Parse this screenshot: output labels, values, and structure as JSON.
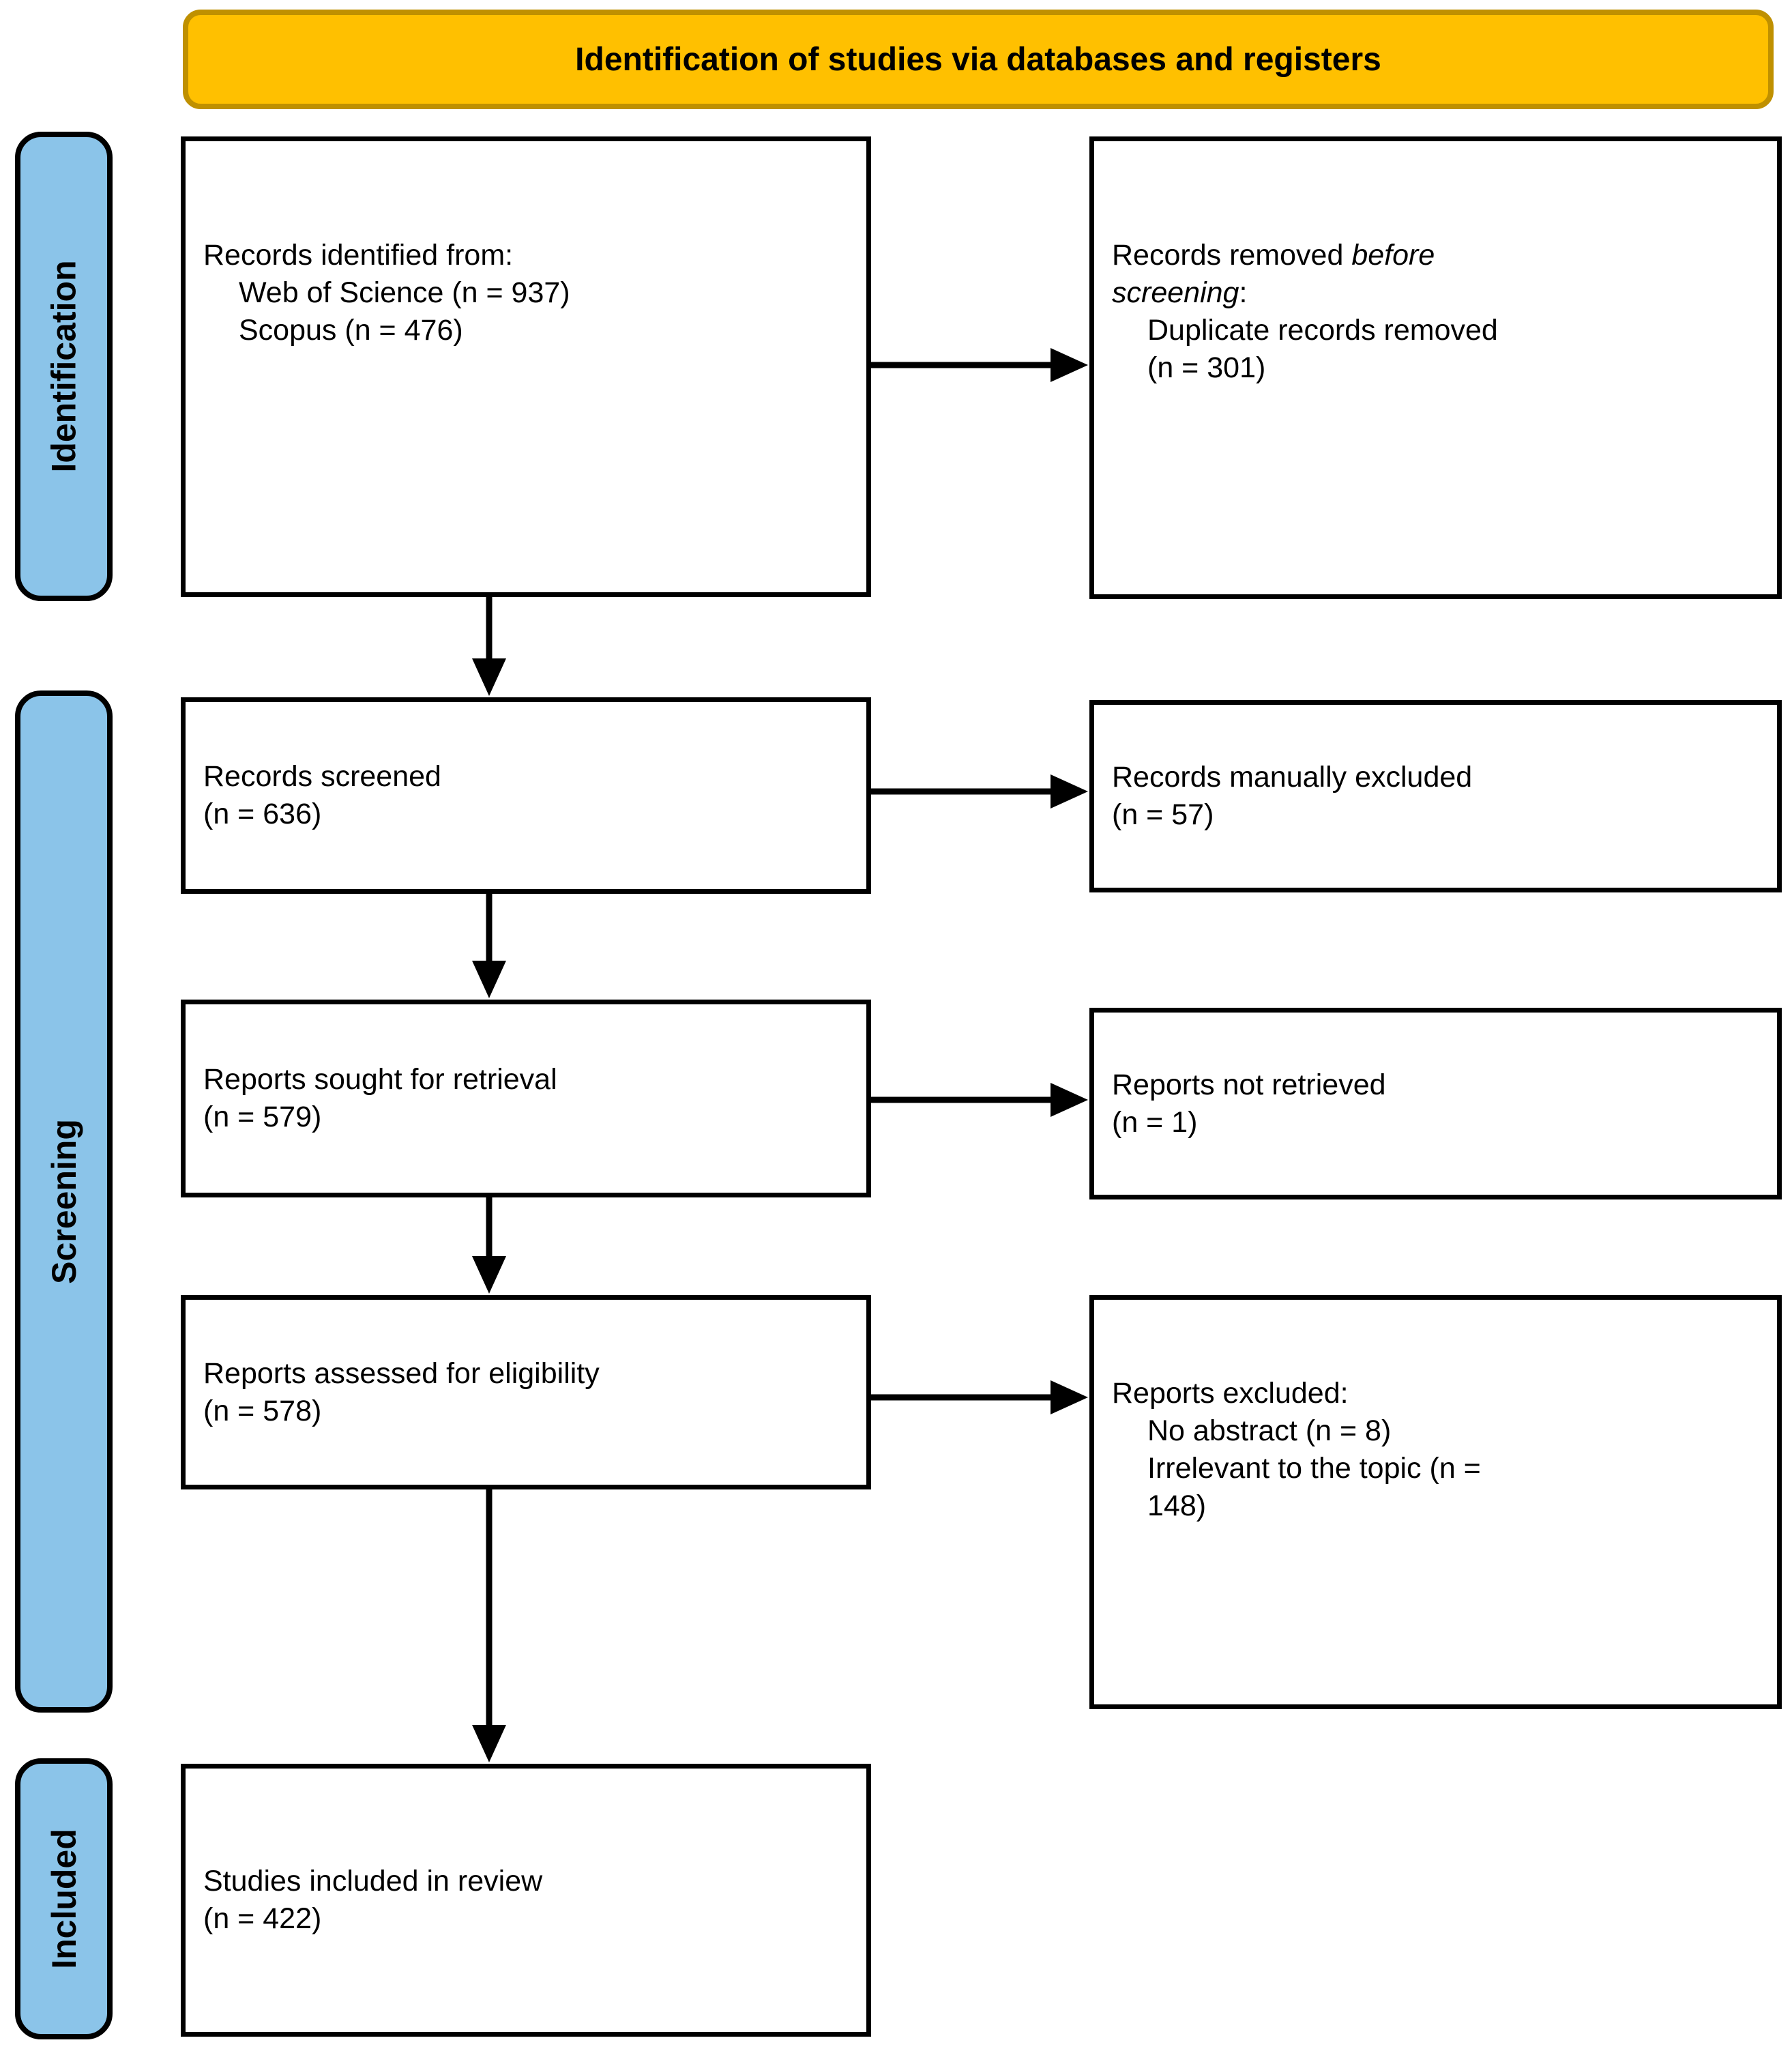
{
  "title": "Identification of studies via databases and registers",
  "colors": {
    "banner_fill": "#FFC000",
    "banner_border": "#BF9000",
    "stage_fill": "#8BC4E9",
    "box_border": "#000000",
    "arrow": "#000000"
  },
  "stages": {
    "identification": "Identification",
    "screening": "Screening",
    "included": "Included"
  },
  "boxes": {
    "records_identified": {
      "heading": "Records identified from:",
      "items": [
        "Web of Science (n = 937)",
        "Scopus (n = 476)"
      ]
    },
    "records_removed": {
      "heading_normal": "Records removed ",
      "heading_italic_line1": "before",
      "heading_italic_line2": "screening",
      "heading_suffix": ":",
      "items": [
        "Duplicate records removed\n(n = 301)"
      ]
    },
    "records_screened": {
      "text": "Records screened\n(n = 636)"
    },
    "records_manually_excluded": {
      "text": "Records manually excluded\n(n = 57)"
    },
    "reports_sought": {
      "text": "Reports sought for retrieval\n(n = 579)"
    },
    "reports_not_retrieved": {
      "text": "Reports not retrieved\n(n = 1)"
    },
    "reports_assessed": {
      "text": "Reports assessed for eligibility\n(n = 578)"
    },
    "reports_excluded": {
      "heading": "Reports excluded:",
      "items": [
        "No abstract (n = 8)",
        "Irrelevant to the topic (n =\n148)"
      ]
    },
    "studies_included": {
      "text": "Studies included in review\n(n = 422)"
    }
  }
}
